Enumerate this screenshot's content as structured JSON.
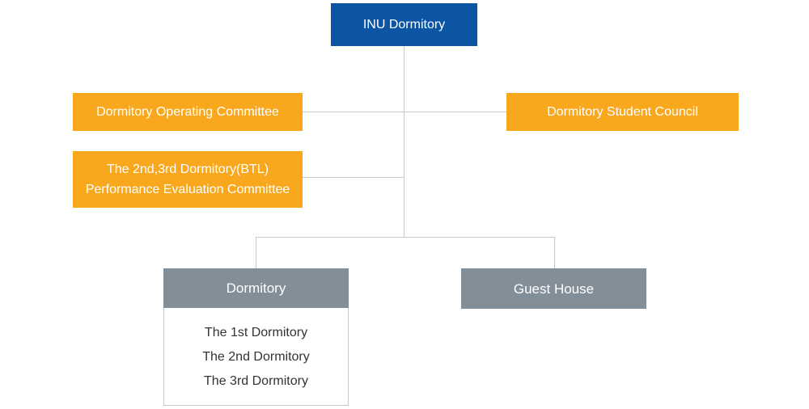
{
  "org_chart": {
    "root": {
      "label": "INU Dormitory"
    },
    "left_branches": [
      {
        "label": "Dormitory Operating Committee"
      },
      {
        "label": "The 2nd,3rd Dormitory(BTL) Performance Evaluation Committee"
      }
    ],
    "right_branches": [
      {
        "label": "Dormitory Student Council"
      }
    ],
    "bottom_nodes": [
      {
        "label": "Dormitory",
        "children": [
          "The 1st Dormitory",
          "The 2nd Dormitory",
          "The 3rd Dormitory"
        ]
      },
      {
        "label": "Guest House",
        "children": []
      }
    ]
  },
  "colors": {
    "primary_blue": "#0b55a4",
    "accent_orange": "#f9a81d",
    "slate_gray": "#828e98",
    "connector_line": "#c8c8c8",
    "list_text": "#333333"
  }
}
